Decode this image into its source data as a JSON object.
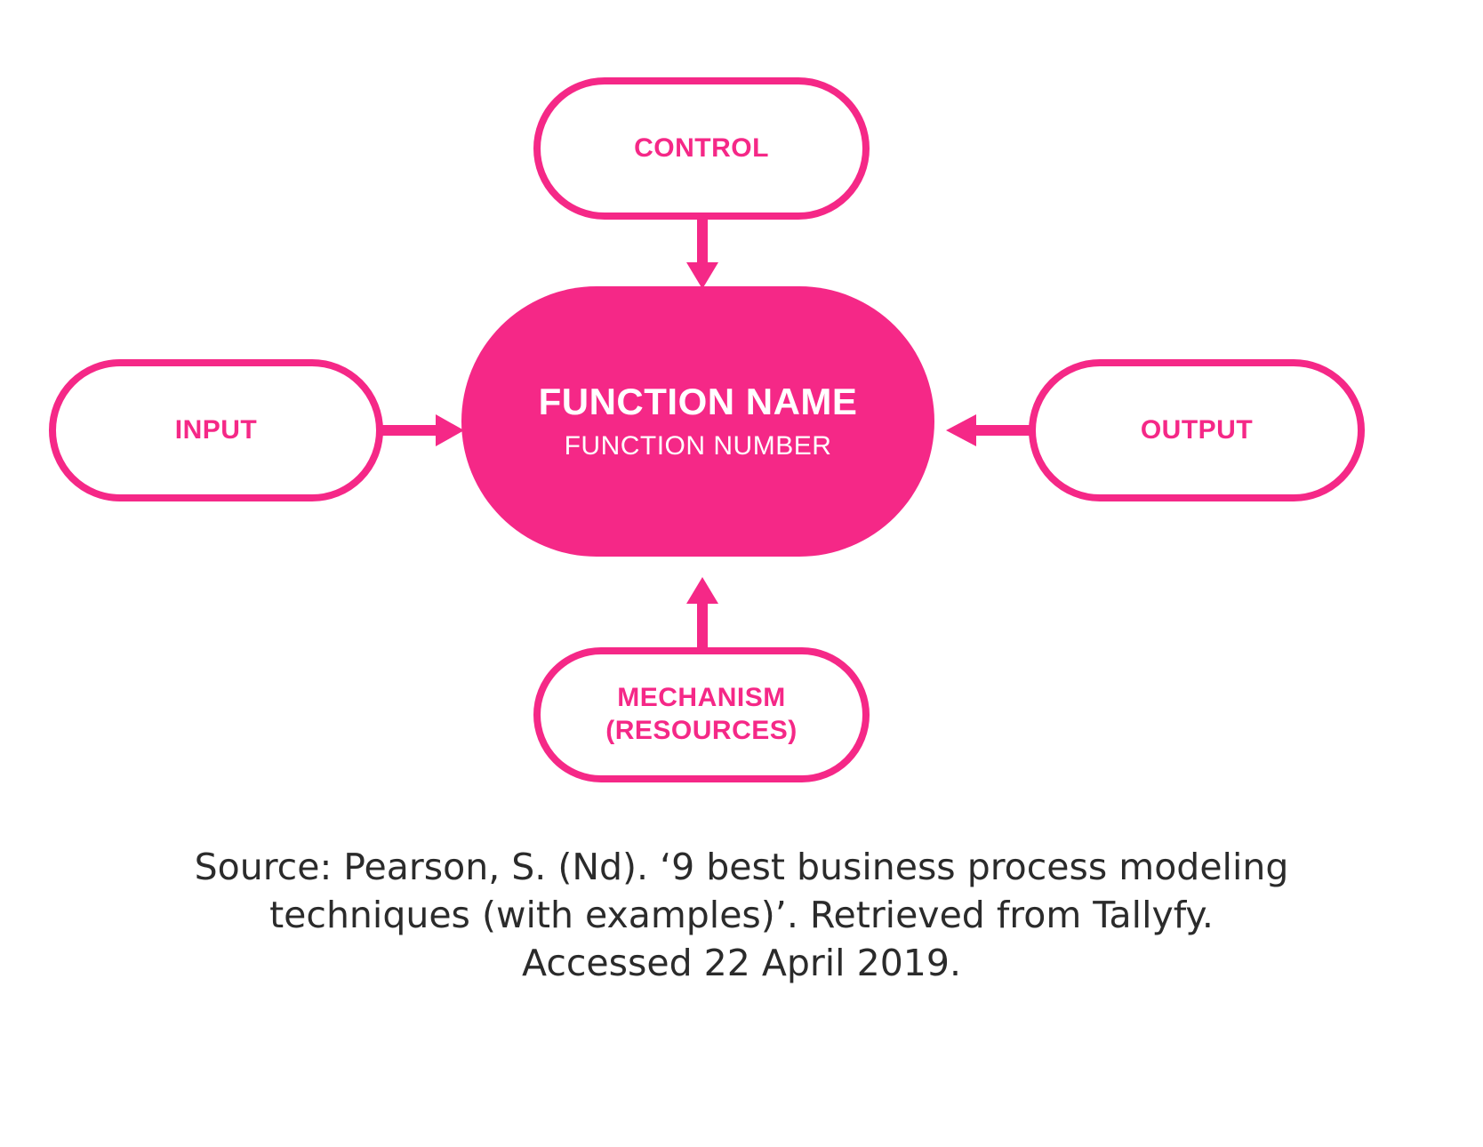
{
  "diagram": {
    "title": "IDEF0 function box diagram",
    "colors": {
      "accent": "#F52887",
      "node_fill": "#FFFFFF",
      "center_fill": "#F52887",
      "center_text": "#FFFFFF",
      "caption_text": "#2B2B2B"
    },
    "nodes": {
      "control": {
        "label": "CONTROL"
      },
      "input": {
        "label": "INPUT"
      },
      "output": {
        "label": "OUTPUT"
      },
      "mechanism": {
        "label": "MECHANISM\n(RESOURCES)"
      },
      "center": {
        "name": "FUNCTION NAME",
        "number": "FUNCTION NUMBER"
      }
    },
    "arrows": [
      {
        "name": "control-to-function",
        "direction": "down",
        "from": "CONTROL",
        "to": "FUNCTION NAME"
      },
      {
        "name": "input-to-function",
        "direction": "right",
        "from": "INPUT",
        "to": "FUNCTION NAME"
      },
      {
        "name": "output-to-function",
        "direction": "left",
        "from": "OUTPUT",
        "to": "FUNCTION NAME"
      },
      {
        "name": "mechanism-to-function",
        "direction": "up",
        "from": "MECHANISM (RESOURCES)",
        "to": "FUNCTION NAME"
      }
    ]
  },
  "caption": {
    "line1": "Source: Pearson, S. (Nd). ‘9 best business process modeling",
    "line2": "techniques (with examples)’. Retrieved from Tallyfy.",
    "line3": "Accessed 22 April 2019."
  }
}
